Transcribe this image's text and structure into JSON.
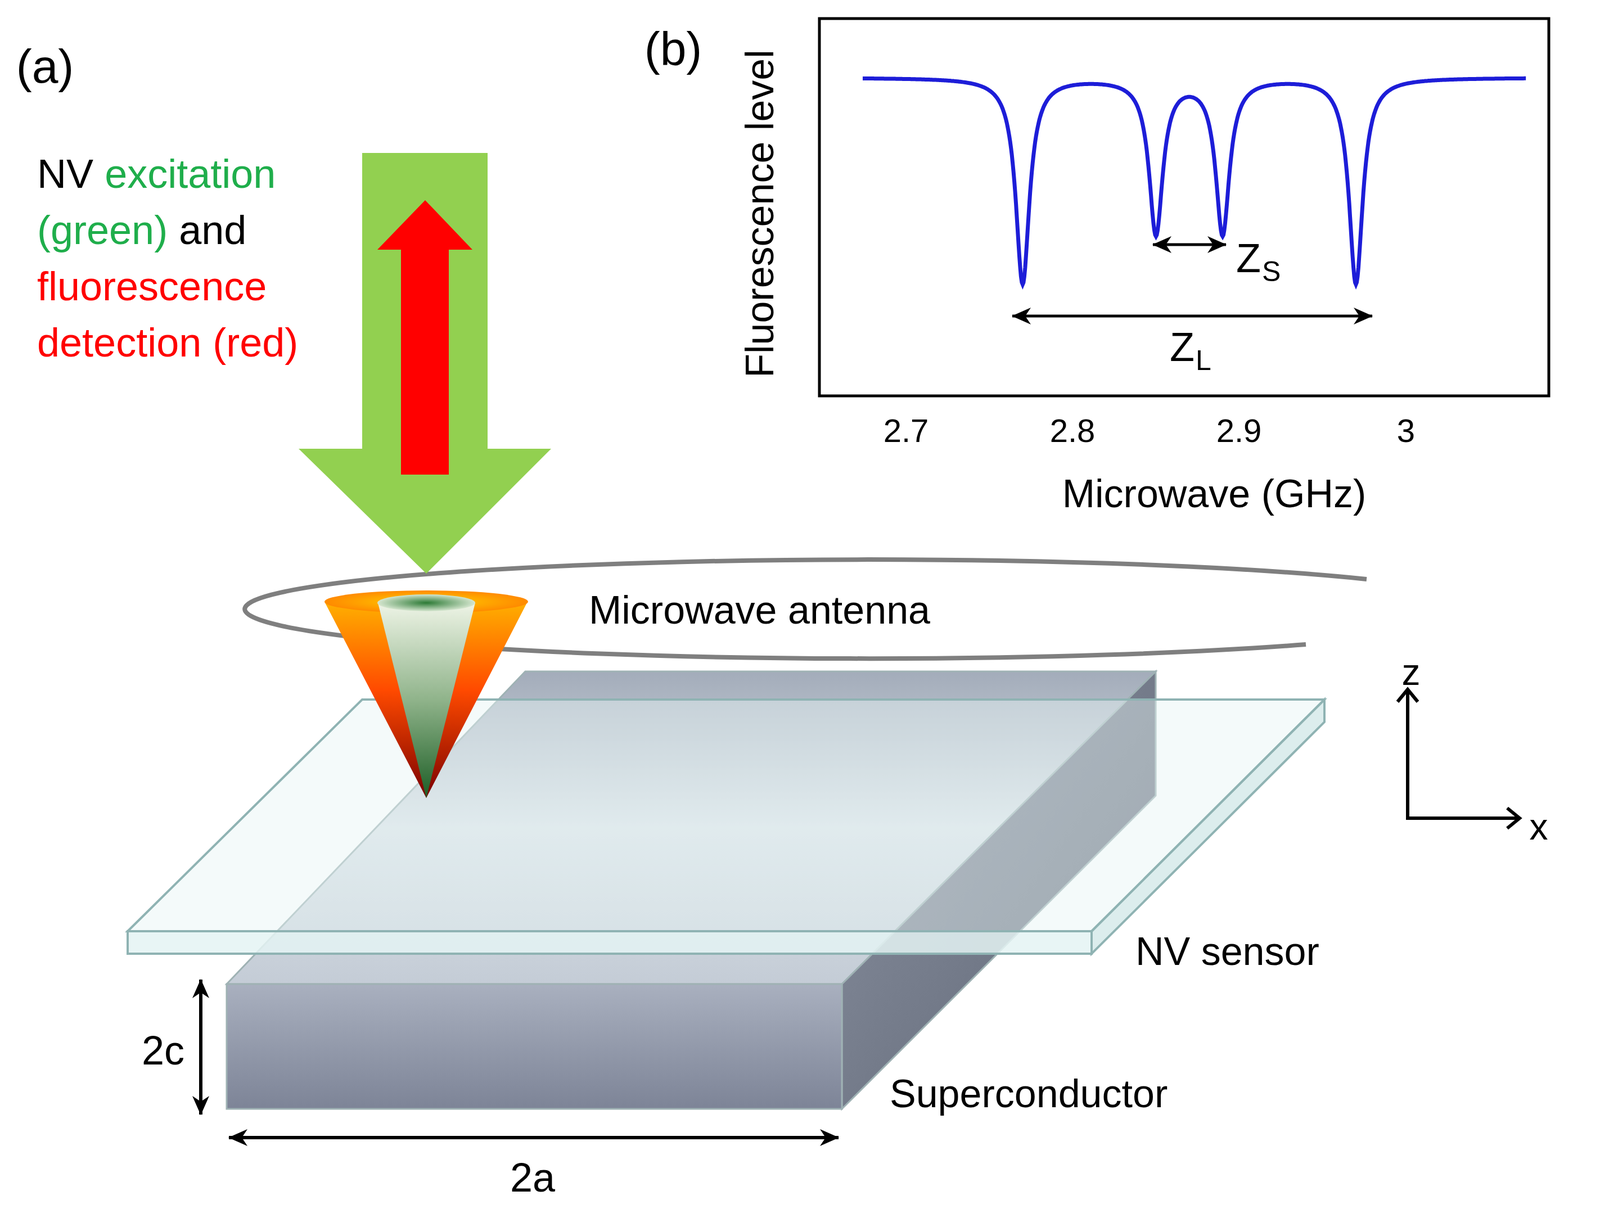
{
  "diagram": {
    "labels": [
      "(a)",
      "NV",
      "excitation",
      "(green)",
      "and",
      "fluorescence",
      "detection (red)",
      "Microwave antenna",
      "NV sensor",
      "Superconductor",
      "2c",
      "2a",
      "z",
      "x",
      "(b)",
      "Fluorescence level",
      "2.7",
      "2.8",
      "2.9",
      "3",
      "Microwave (GHz)",
      "Z",
      "S",
      "Z",
      "L"
    ]
  }
}
